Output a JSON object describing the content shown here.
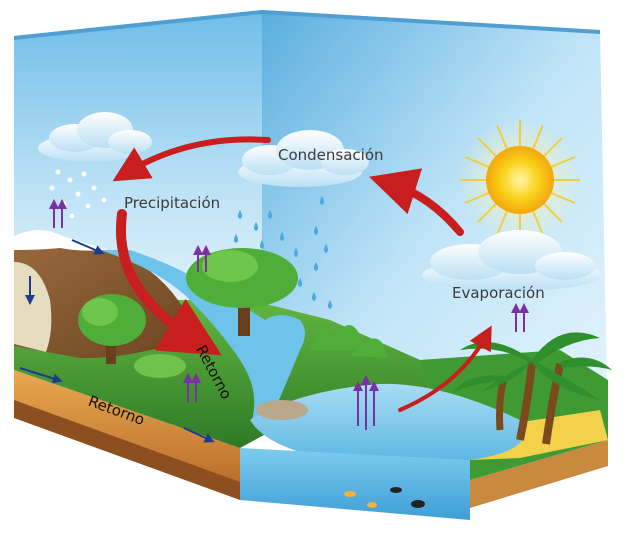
{
  "diagram": {
    "labels": {
      "condensation": "Condensación",
      "precipitation": "Precipitación",
      "evaporation": "Evaporación",
      "runoff_river": "Retorno",
      "runoff_ground": "Retorno"
    },
    "colors": {
      "cycle_arrow": "#c81e1e",
      "sky_light": "#e9f6fd",
      "sky_dark": "#5fb3e4",
      "ground": "#3d8f2e",
      "soil": "#c57a3a",
      "water": "#6ec3ea",
      "sun": "#f7c514",
      "small_arrows": "#7b2fa0",
      "ground_arrows": "#1d3b8f"
    }
  }
}
